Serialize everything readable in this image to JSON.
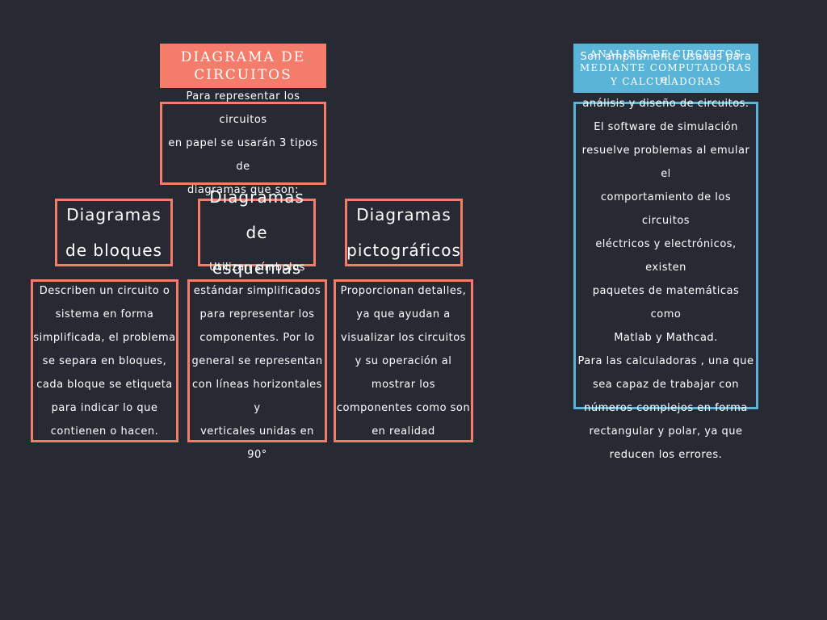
{
  "main": {
    "title": "DIAGRAMA DE\nCIRCUITOS",
    "intro": "Para representar los circuitos\nen papel se usarán 3 tipos de\ndiagramas que son:",
    "types": [
      {
        "label": "Diagramas\nde bloques",
        "description": "Describen un circuito o\nsistema en forma\nsimplificada, el problema\nse separa en bloques,\ncada bloque se etiqueta\npara indicar lo que\ncontienen o hacen."
      },
      {
        "label": "Diagramas\nde esquemas",
        "description": "Utilizan símbolos\nestándar simplificados\npara representar los\ncomponentes. Por lo\ngeneral se representan\ncon líneas horizontales y\nverticales unidas en 90°"
      },
      {
        "label": "Diagramas\npictográficos",
        "description": "Proporcionan detalles,\nya que ayudan a\nvisualizar los circuitos\ny su operación al\nmostrar los\ncomponentes como son\nen realidad"
      }
    ]
  },
  "side": {
    "title": "ANALISIS DE CIRCUITOS\nMEDIANTE COMPUTADORAS\nY CALCULADORAS",
    "description": "Son ampliamente usadas para el\nanálisis y diseño de circuitos.\nEl software de simulación\nresuelve problemas al emular el\ncomportamiento de los circuitos\neléctricos y electrónicos, existen\npaquetes de matemáticas como\nMatlab y Mathcad.\nPara las calculadoras , una que\nsea capaz de trabajar con\nnúmeros complejos en forma\nrectangular y polar, ya que\nreducen los errores."
  },
  "colors": {
    "background": "#272a33",
    "accent_red": "#f47c6a",
    "accent_blue": "#5ab4d8",
    "text": "#ffffff"
  }
}
